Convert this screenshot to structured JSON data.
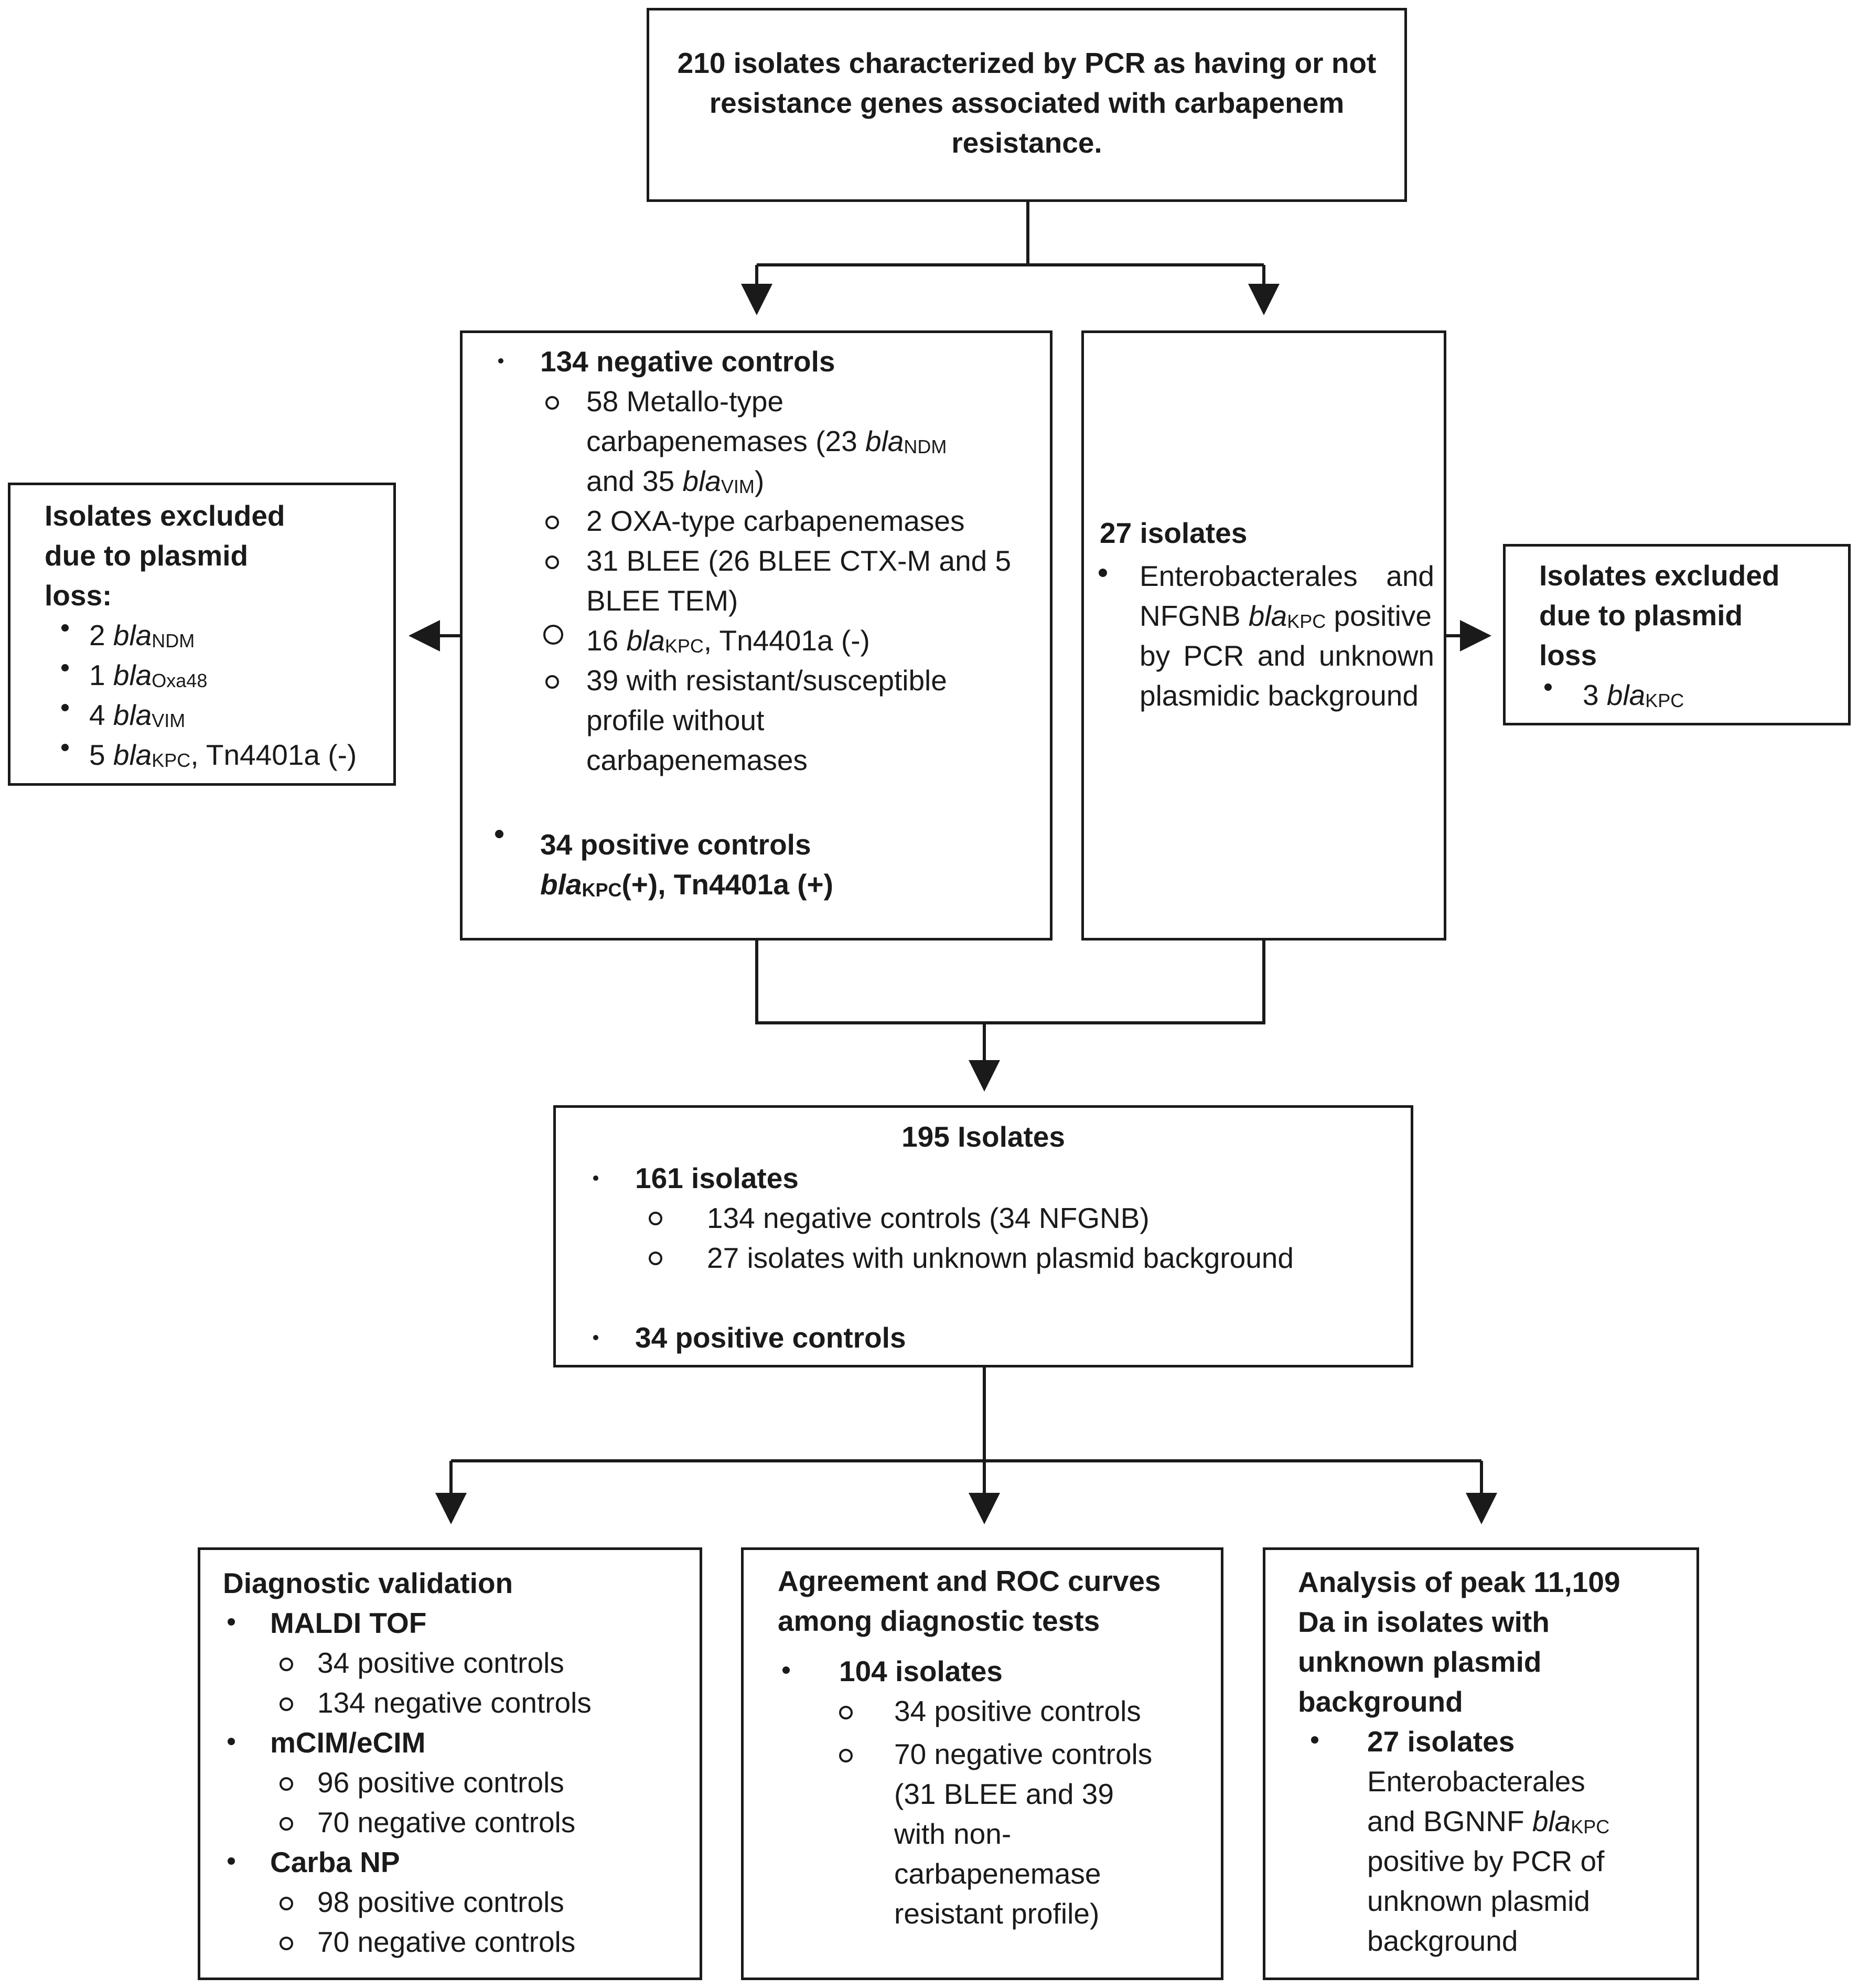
{
  "top": {
    "lines": [
      "210 isolates characterized by PCR as having or not",
      "resistance genes associated with carbapenem",
      "resistance."
    ]
  },
  "controls": {
    "negative_title": "134 negative controls",
    "metallo_1": "58 Metallo-type",
    "metallo_2": "carbapenemases  (23 ",
    "metallo_3": "and 35 ",
    "oxa": "2 OXA-type carbapenemases",
    "blee_1": "31 BLEE (26 BLEE CTX-M and 5",
    "blee_2": "BLEE TEM)",
    "kpc_neg_pre": "16 ",
    "kpc_neg_post": ", Tn4401a (-)",
    "resist_1": "39 with resistant/susceptible",
    "resist_2": "profile without",
    "resist_3": "carbapenemases",
    "positive_title": "34 positive controls",
    "positive_sub_post1": "(+),  Tn4401a (+)"
  },
  "unknown": {
    "title": "27 isolates",
    "lines": [
      "Enterobacterales and",
      "NFGNB ",
      "positive",
      "by PCR and unknown",
      "plasmidic background"
    ]
  },
  "excluded_left": {
    "title": [
      "Isolates excluded",
      "due  to plasmid",
      "loss:"
    ],
    "items": [
      {
        "pre": "2 ",
        "gene": "bla",
        "sub": "NDM",
        "post": ""
      },
      {
        "pre": "1 ",
        "gene": "bla",
        "sub": "Oxa48",
        "post": ""
      },
      {
        "pre": "4 ",
        "gene": "bla",
        "sub": "VIM",
        "post": ""
      },
      {
        "pre": "5 ",
        "gene": "bla",
        "sub": "KPC",
        "post": ", Tn4401a (-)"
      }
    ]
  },
  "excluded_right": {
    "title": [
      "Isolates excluded",
      "due to plasmid",
      "loss"
    ],
    "item_pre": "3 ",
    "item_gene": "bla",
    "item_sub": "KPC"
  },
  "genes": {
    "bla": "bla",
    "ndm": "NDM",
    "vim": "VIM",
    "kpc": "KPC"
  },
  "merged": {
    "title": "195 Isolates",
    "group_title": "161 isolates",
    "sub1": "134 negative controls (34 NFGNB)",
    "sub2": "27 isolates with unknown plasmid background",
    "positive": "34 positive controls"
  },
  "validation": {
    "title": "Diagnostic  validation",
    "maldi": "MALDI TOF",
    "maldi_pos": "34 positive controls",
    "maldi_neg": "134 negative controls",
    "mcim": "mCIM/eCIM",
    "mcim_pos": "96 positive controls",
    "mcim_neg": "70 negative controls",
    "carba": "Carba NP",
    "carba_pos": "98 positive controls",
    "carba_neg": "70 negative controls"
  },
  "agreement": {
    "title": [
      "Agreement and ROC curves",
      "among diagnostic tests"
    ],
    "group": "104 isolates",
    "pos": "34 positive controls",
    "neg": [
      "70 negative controls",
      "(31 BLEE  and 39",
      "with non-",
      "carbapenemase",
      "resistant profile)"
    ]
  },
  "peak": {
    "title": [
      "Analysis of peak 11,109",
      "Da  in isolates with",
      "unknown  plasmid",
      "background"
    ],
    "group": "27 isolates",
    "lines": [
      "Enterobacterales",
      "and BGNNF ",
      "positive by PCR of",
      "unknown plasmid",
      "background"
    ]
  }
}
